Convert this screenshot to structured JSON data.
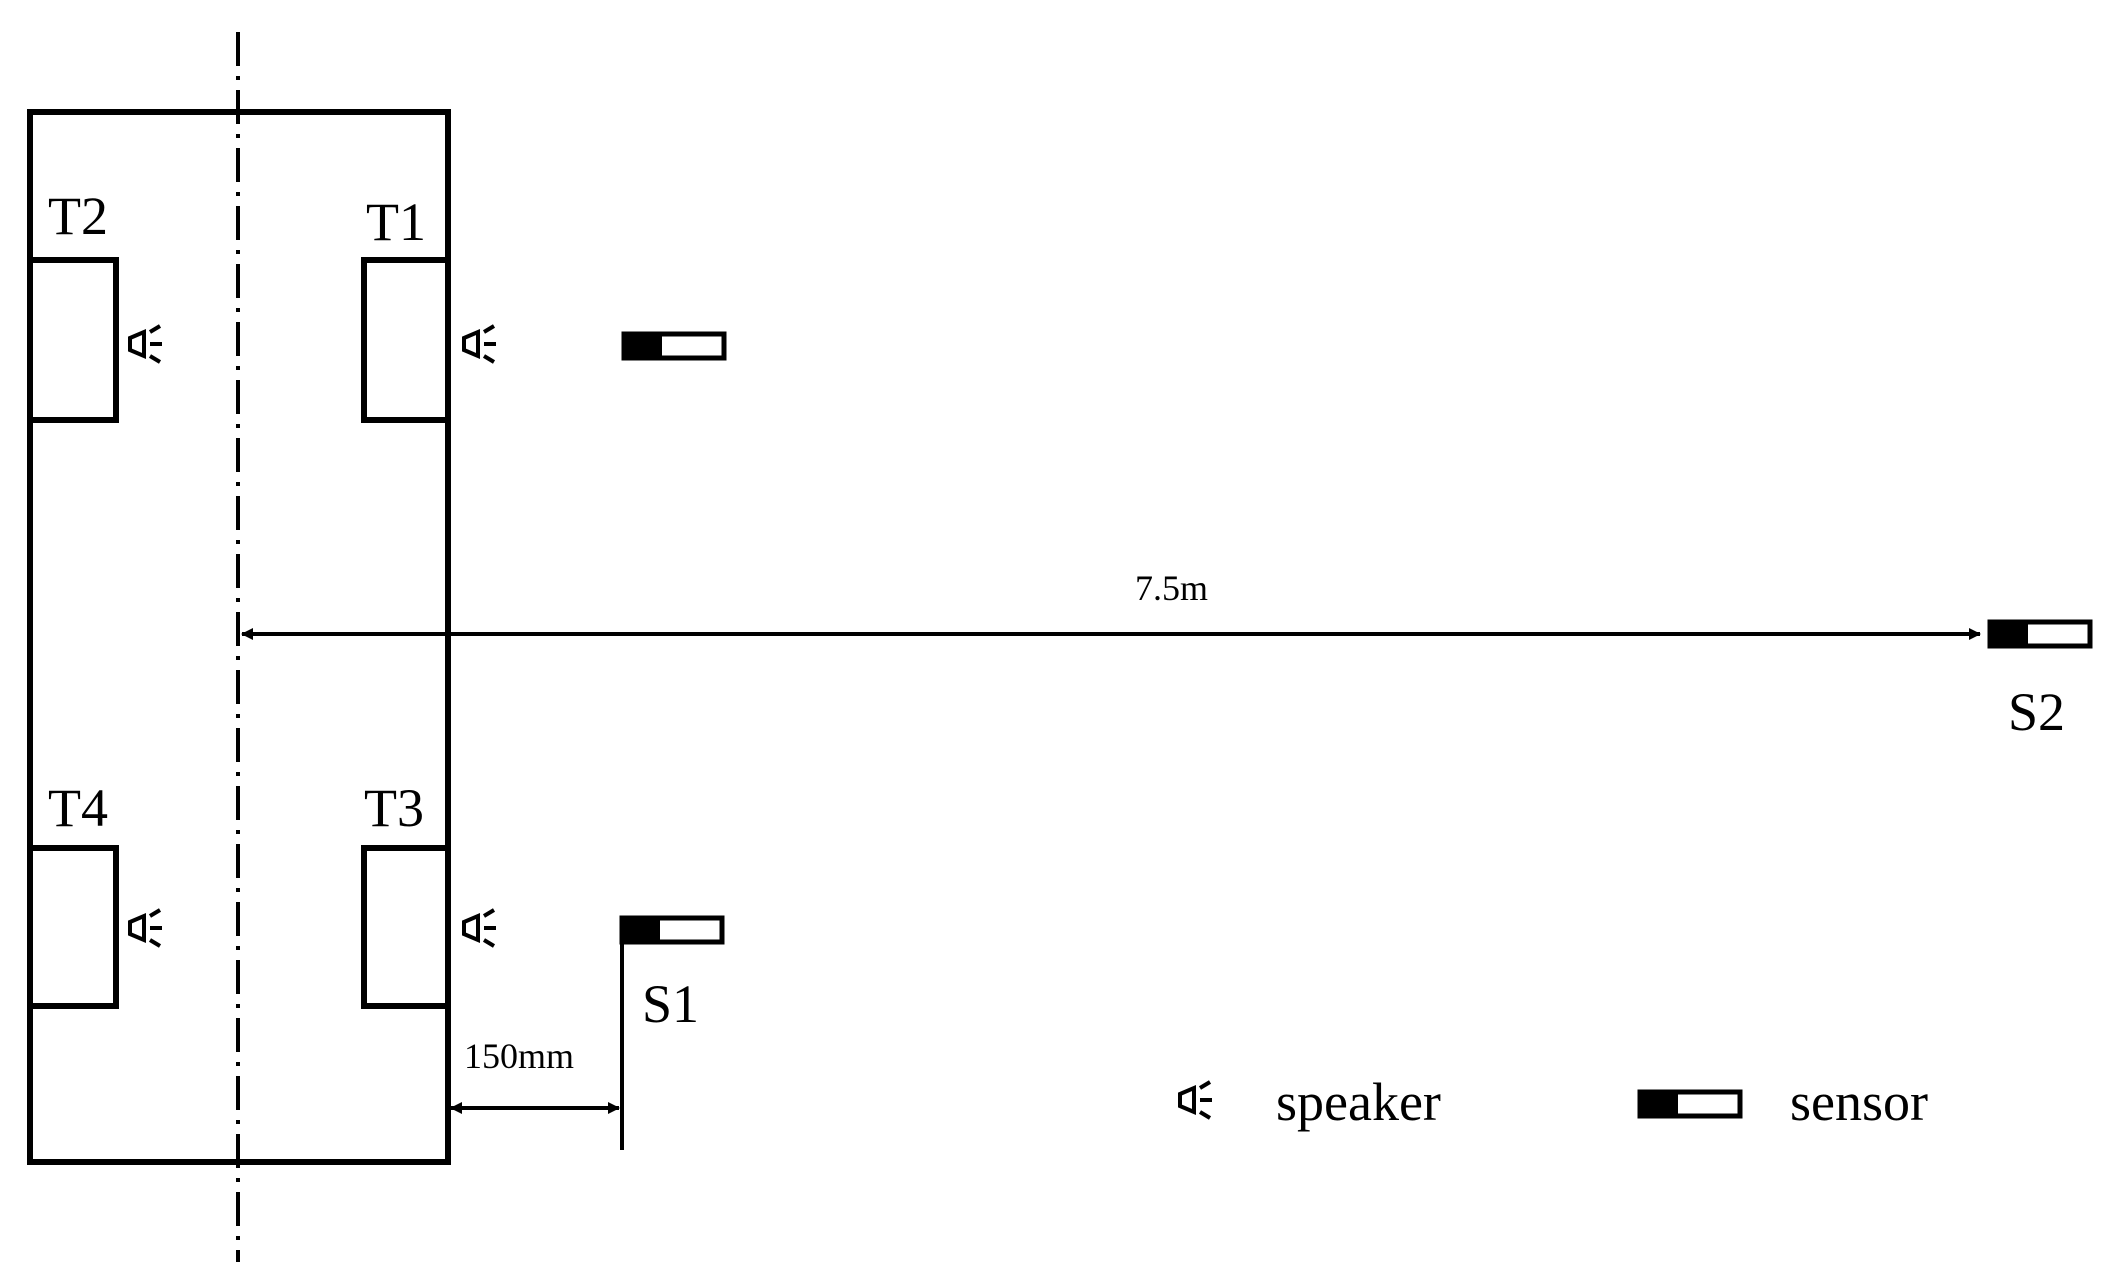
{
  "labels": {
    "t1": "T1",
    "t2": "T2",
    "t3": "T3",
    "t4": "T4",
    "s1": "S1",
    "s2": "S2"
  },
  "dimensions": {
    "long_distance": "7.5m",
    "short_distance": "150mm"
  },
  "legend": {
    "speaker": "speaker",
    "sensor": "sensor"
  },
  "icons": {
    "speaker": "speaker-icon",
    "sensor": "sensor-icon"
  },
  "colors": {
    "line": "#000000",
    "background": "#ffffff"
  }
}
